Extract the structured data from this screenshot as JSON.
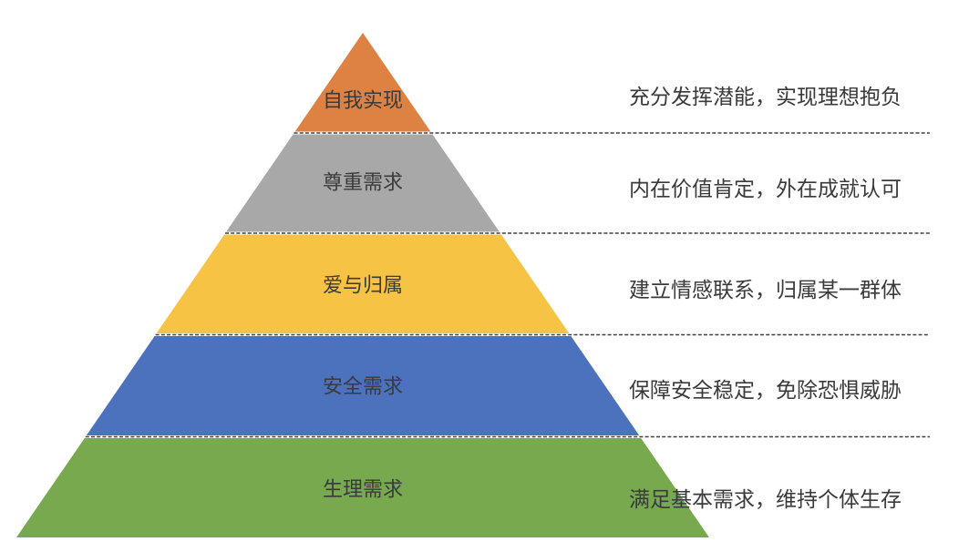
{
  "diagram": {
    "type": "pyramid",
    "levels": [
      {
        "label": "自我实现",
        "description": "充分发挥潜能，实现理想抱负",
        "color": "#DE8244"
      },
      {
        "label": "尊重需求",
        "description": "内在价值肯定，外在成就认可",
        "color": "#A8A8A8"
      },
      {
        "label": "爱与归属",
        "description": "建立情感联系，归属某一群体",
        "color": "#F6C344"
      },
      {
        "label": "安全需求",
        "description": "保障安全稳定，免除恐惧威胁",
        "color": "#4C72BE"
      },
      {
        "label": "生理需求",
        "description": "满足基本需求，维持个体生存",
        "color": "#78A94F"
      }
    ],
    "text_color": "#3A3A3A",
    "divider_color": "#404040",
    "background": "#FFFFFF"
  }
}
